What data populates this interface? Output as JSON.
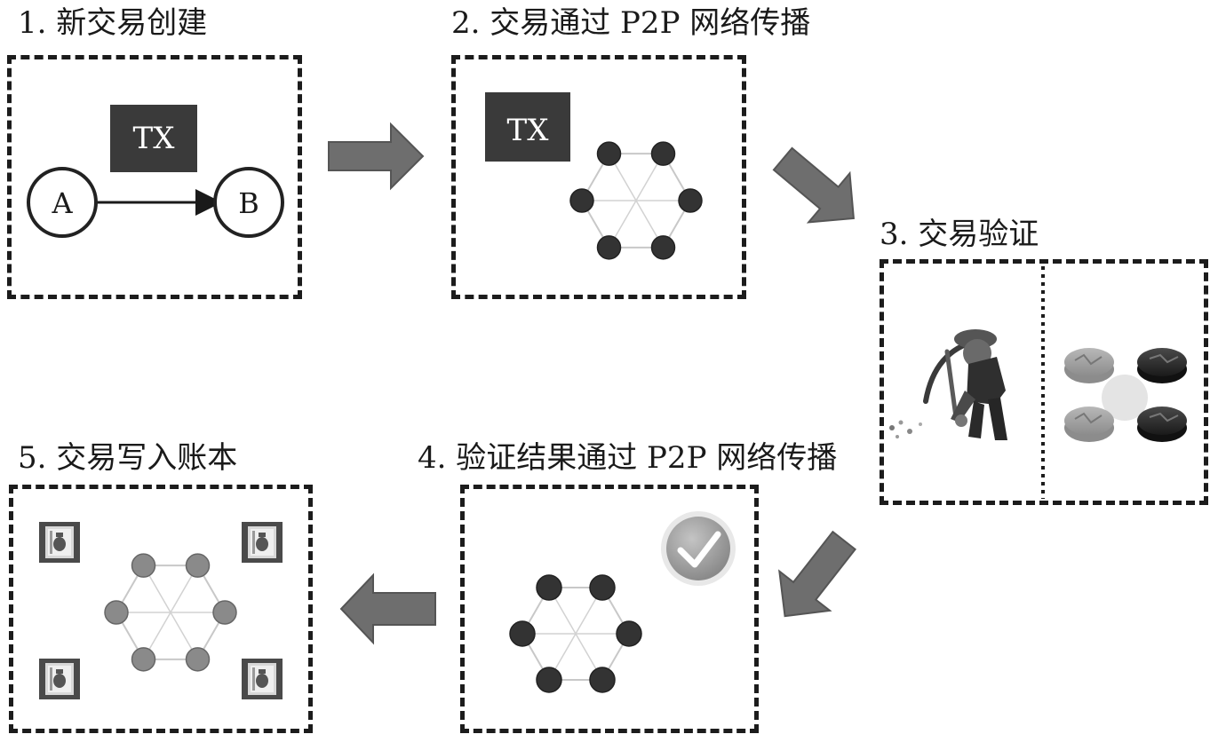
{
  "steps": [
    {
      "id": "step-1",
      "title": "1. 新交易创建"
    },
    {
      "id": "step-2",
      "title": "2. 交易通过 P2P 网络传播"
    },
    {
      "id": "step-3",
      "title": "3. 交易验证"
    },
    {
      "id": "step-4",
      "title": "4. 验证结果通过 P2P 网络传播"
    },
    {
      "id": "step-5",
      "title": "5. 交易写入账本"
    }
  ],
  "transaction": {
    "label": "TX",
    "sender": "A",
    "receiver": "B"
  },
  "icons": {
    "network": "p2p-network-icon",
    "miner": "miner-pickaxe-icon",
    "disks": "validation-disk-icon",
    "check": "checkmark-icon",
    "ledger": "ledger-book-icon",
    "arrow": "flow-arrow-icon"
  },
  "colors": {
    "border": "#1c1c1c",
    "tx_box": "#3a3a3a",
    "node_dark": "#333333",
    "node_light": "#8a8a8a",
    "arrow_fill": "#6e6e6e",
    "check_fill": "#9a9a9a"
  }
}
